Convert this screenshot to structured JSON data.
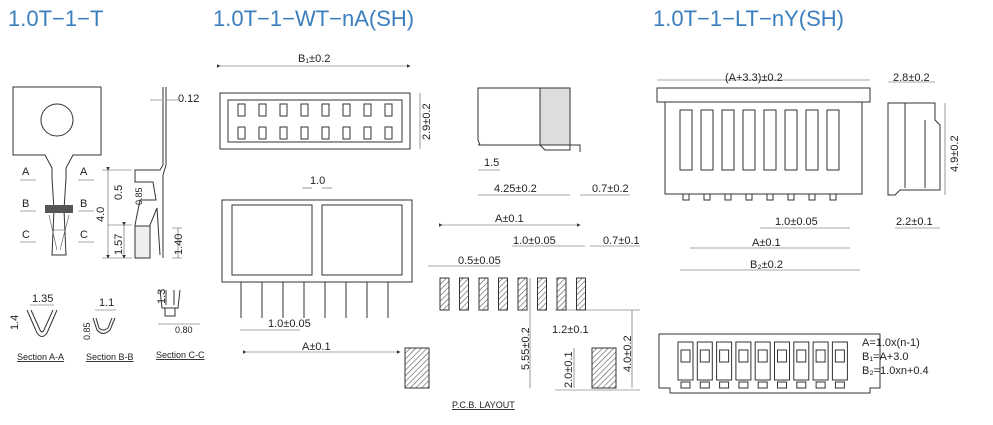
{
  "titles": {
    "terminal": "1.0T−1−T",
    "wire_to_board": "1.0T−1−WT−nA(SH)",
    "lt": "1.0T−1−LT−nY(SH)"
  },
  "colors": {
    "title": "#3b7fbf"
  },
  "terminal": {
    "thickness": "0.12",
    "sec_a": "A",
    "sec_b": "B",
    "sec_c": "C",
    "h_total": "4.0",
    "h_05": "0.5",
    "h_085": "0.85",
    "h_157": "1.57",
    "h_140": "1.40",
    "sections": [
      {
        "label": "Section A-A",
        "w": "1.35",
        "h": "1.4"
      },
      {
        "label": "Section B-B",
        "w": "1.1",
        "h": "0.85"
      },
      {
        "label": "Section C-C",
        "h": "1.3",
        "w": "0.80"
      }
    ]
  },
  "wt": {
    "b1": "B₁±0.2",
    "height": "2.9±0.2",
    "pin_w": "1.0",
    "pitch": "1.0±0.05",
    "a": "A±0.1",
    "side_15": "1.5",
    "side_425": "4.25±0.2",
    "side_07": "0.7±0.2"
  },
  "pcb": {
    "a": "A±0.1",
    "pitch": "1.0±0.05",
    "offset": "0.7±0.1",
    "pad_w": "0.5±0.05",
    "h555": "5.55±0.2",
    "w12": "1.2±0.1",
    "h20": "2.0±0.1",
    "h40": "4.0±0.2",
    "title": "P.C.B. LAYOUT"
  },
  "lt": {
    "width": "(A+3.3)±0.2",
    "depth": "2.8±0.2",
    "height": "4.9±0.2",
    "pitch": "1.0±0.05",
    "foot": "2.2±0.1",
    "a": "A±0.1",
    "b2": "B₂±0.2"
  },
  "formulas": [
    "A=1.0x(n-1)",
    "B₁=A+3.0",
    "B₂=1.0xn+0.4"
  ]
}
